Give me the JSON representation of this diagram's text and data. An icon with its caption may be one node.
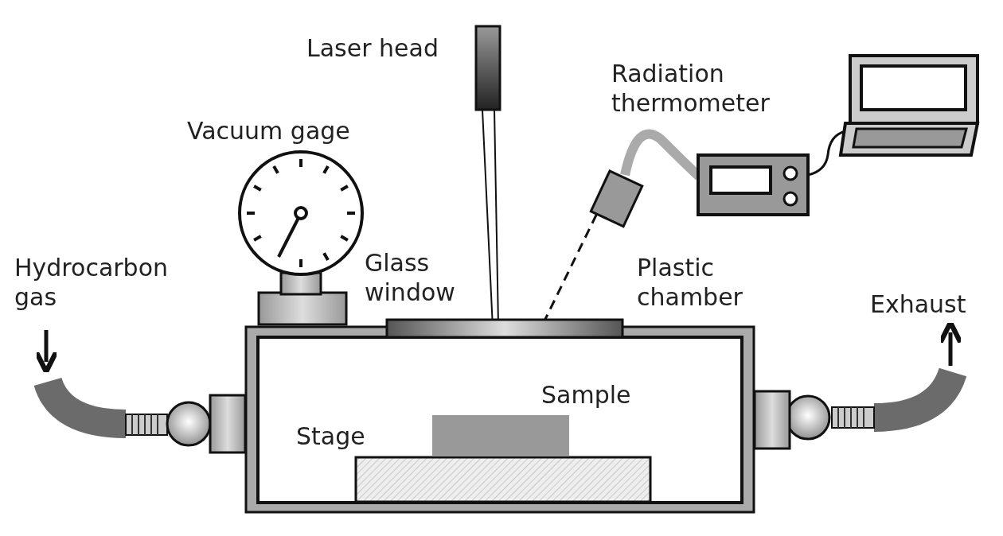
{
  "diagram": {
    "labels": [
      "Laser head",
      "Radiation thermometer",
      "Vacuum gage",
      "Hydrocarbon gas",
      "Glass window",
      "Plastic chamber",
      "Exhaust",
      "Sample",
      "Stage"
    ]
  }
}
